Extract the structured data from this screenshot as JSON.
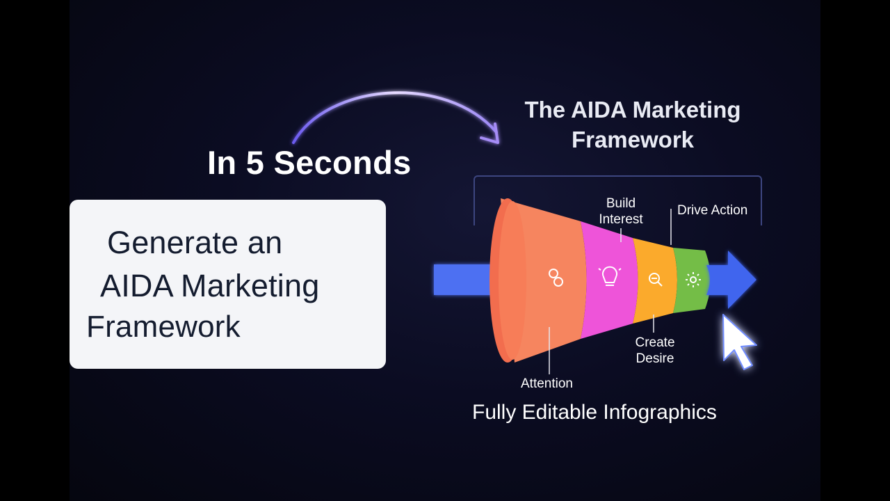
{
  "headline": "In 5 Seconds",
  "promo": {
    "line1": "Generate an",
    "line2": "AIDA Marketing",
    "line3": "Framework"
  },
  "diagram": {
    "title_line1": "The AIDA Marketing",
    "title_line2": "Framework",
    "stages": {
      "attention": "Attention",
      "interest_line1": "Build",
      "interest_line2": "Interest",
      "desire_line1": "Create",
      "desire_line2": "Desire",
      "action": "Drive Action"
    },
    "icons": [
      "link-icon",
      "lightbulb-icon",
      "search-icon",
      "sparkle-icon"
    ]
  },
  "footer": "Fully Editable Infographics",
  "colors": {
    "background": "#0b0c22",
    "attention": "#f6855f",
    "interest": "#ee54d9",
    "desire": "#fbaa2c",
    "action": "#74bd47",
    "arrow": "#4d6ff2",
    "frame": "#3d4680",
    "curved_arrow": "#b98af5",
    "card": "#f4f5f8"
  }
}
